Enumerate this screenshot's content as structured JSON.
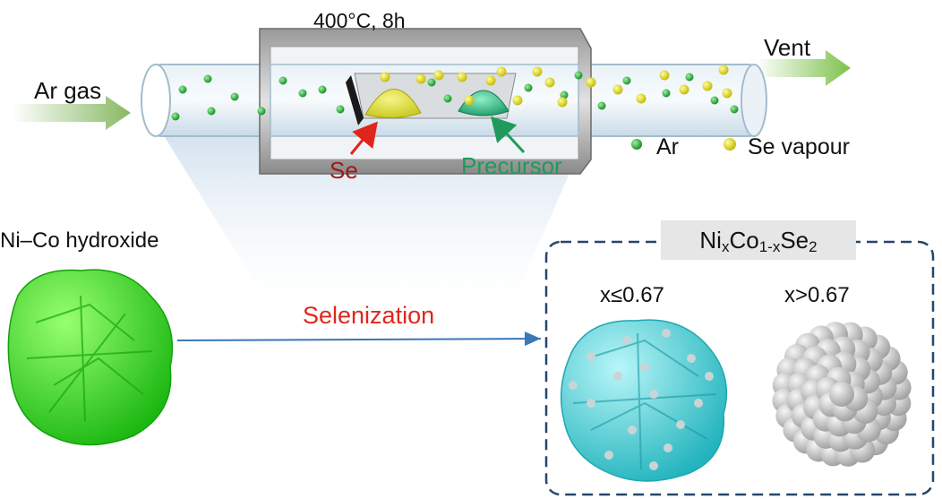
{
  "labels": {
    "condition": "400°C, 8h",
    "inlet": "Ar gas",
    "outlet": "Vent",
    "se_source": "Se",
    "precursor": "Precursor",
    "legend_ar": "Ar",
    "legend_se_vapour": "Se vapour",
    "starting_material": "Ni–Co hydroxide",
    "process": "Selenization",
    "product_prefix": "Ni",
    "product_sub_x": "x",
    "product_mid": "Co",
    "product_sub_1x": "1-x",
    "product_se": "Se",
    "product_sub_2": "2",
    "condition_low": "x≤0.67",
    "condition_high": "x>0.67"
  },
  "colors": {
    "ar_particle": "#22b03c",
    "se_particle": "#e8e020",
    "se_source_label": "#a01818",
    "precursor_label": "#1f9a5a",
    "process_label": "#e0261c",
    "arrow": "#3a78b8",
    "frame": "#24476b",
    "hydroxide": "#39e02a",
    "product_low": "#46d8dc",
    "product_high": "#c8c8c8"
  }
}
